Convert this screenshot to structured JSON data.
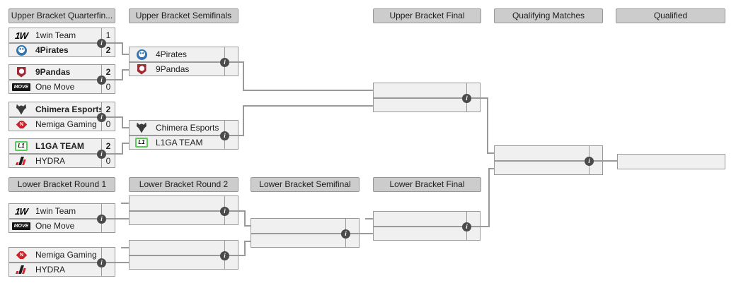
{
  "icons": {
    "info": "i"
  },
  "logos": {
    "win1": "1W",
    "onemove": "MOVE",
    "l1ga": "L1",
    "nemiga": "N"
  },
  "colors": {
    "header_bg": "#cccccc",
    "box_bg": "#f0f0f0",
    "border": "#999999",
    "line": "#9a9a9a",
    "info_bg": "#4b4b4b",
    "pirates_blue": "#2e76b5",
    "pandas_red": "#9c2b35",
    "nemiga_red": "#cf2127",
    "l1ga_green": "#57cb57",
    "hydra_red": "#d5232a"
  },
  "headers": {
    "ub_quarterfinals": "Upper Bracket Quarterfin...",
    "ub_semifinals": "Upper Bracket Semifinals",
    "ub_final": "Upper Bracket Final",
    "qualifying_matches": "Qualifying Matches",
    "qualified": "Qualified",
    "lb_round1": "Lower Bracket Round 1",
    "lb_round2": "Lower Bracket Round 2",
    "lb_semifinal": "Lower Bracket Semifinal",
    "lb_final": "Lower Bracket Final"
  },
  "matches": {
    "ub_qf1": {
      "top": {
        "team": "1win Team",
        "score": "1",
        "winner": false
      },
      "bottom": {
        "team": "4Pirates",
        "score": "2",
        "winner": true
      }
    },
    "ub_qf2": {
      "top": {
        "team": "9Pandas",
        "score": "2",
        "winner": true
      },
      "bottom": {
        "team": "One Move",
        "score": "0",
        "winner": false
      }
    },
    "ub_qf3": {
      "top": {
        "team": "Chimera Esports",
        "score": "2",
        "winner": true
      },
      "bottom": {
        "team": "Nemiga Gaming",
        "score": "0",
        "winner": false
      }
    },
    "ub_qf4": {
      "top": {
        "team": "L1GA TEAM",
        "score": "2",
        "winner": true
      },
      "bottom": {
        "team": "HYDRA",
        "score": "0",
        "winner": false
      }
    },
    "ub_sf1": {
      "top": {
        "team": "4Pirates",
        "score": ""
      },
      "bottom": {
        "team": "9Pandas",
        "score": ""
      }
    },
    "ub_sf2": {
      "top": {
        "team": "Chimera Esports",
        "score": ""
      },
      "bottom": {
        "team": "L1GA TEAM",
        "score": ""
      }
    },
    "ub_final": {
      "top": {
        "team": "",
        "score": ""
      },
      "bottom": {
        "team": "",
        "score": ""
      }
    },
    "lb_r1m1": {
      "top": {
        "team": "1win Team",
        "score": ""
      },
      "bottom": {
        "team": "One Move",
        "score": ""
      }
    },
    "lb_r1m2": {
      "top": {
        "team": "Nemiga Gaming",
        "score": ""
      },
      "bottom": {
        "team": "HYDRA",
        "score": ""
      }
    },
    "lb_r2m1": {
      "top": {
        "team": "",
        "score": ""
      },
      "bottom": {
        "team": "",
        "score": ""
      }
    },
    "lb_r2m2": {
      "top": {
        "team": "",
        "score": ""
      },
      "bottom": {
        "team": "",
        "score": ""
      }
    },
    "lb_sf": {
      "top": {
        "team": "",
        "score": ""
      },
      "bottom": {
        "team": "",
        "score": ""
      }
    },
    "lb_final": {
      "top": {
        "team": "",
        "score": ""
      },
      "bottom": {
        "team": "",
        "score": ""
      }
    },
    "qual_match": {
      "top": {
        "team": "",
        "score": ""
      },
      "bottom": {
        "team": "",
        "score": ""
      }
    },
    "qualified_slot": {
      "team": ""
    }
  }
}
